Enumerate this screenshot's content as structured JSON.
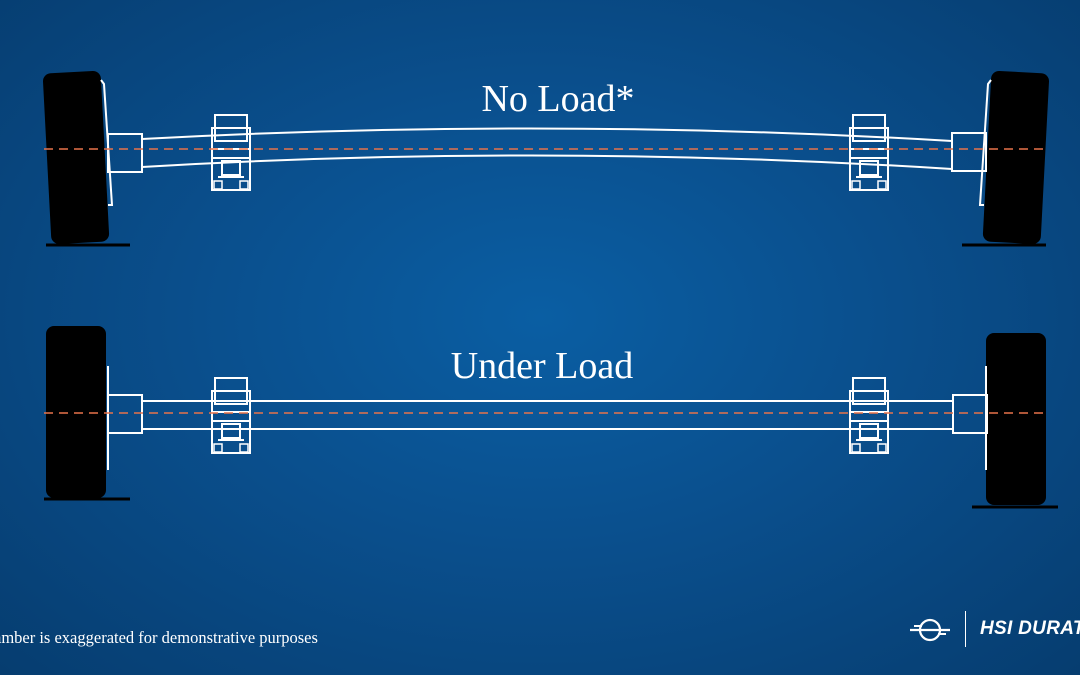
{
  "titles": {
    "no_load": "No Load*",
    "under_load": "Under Load"
  },
  "footnote": "amber is exaggerated for demonstrative purposes",
  "brand": {
    "name": "HSI DURAT",
    "logo_icon": "hsi-logo-icon"
  },
  "colors": {
    "background_center": "#0a5ea3",
    "background_edge": "#063d70",
    "line": "#ffffff",
    "tire": "#000000",
    "centerline": "#e8734a"
  }
}
